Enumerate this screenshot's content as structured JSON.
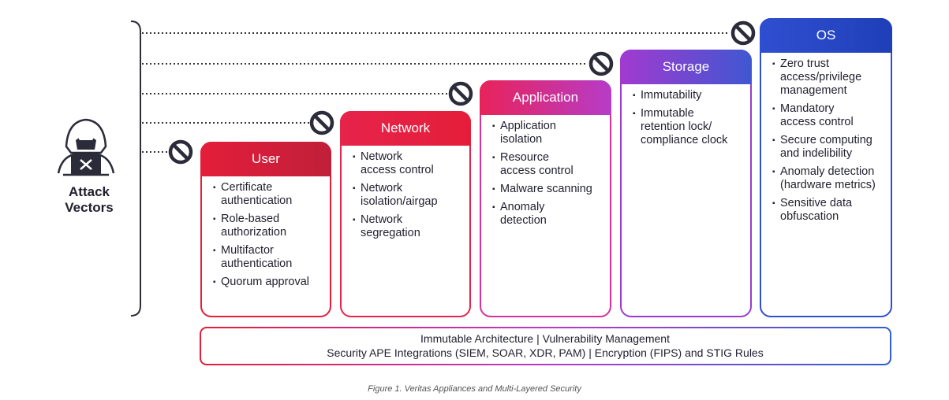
{
  "attack_label": "Attack\nVectors",
  "layers": [
    {
      "title": "User",
      "color_from": "#e41e3a",
      "color_to": "#c01f3a",
      "items": [
        "Certificate\nauthentication",
        "Role-based\nauthorization",
        "Multifactor\nauthentication",
        "Quorum approval"
      ]
    },
    {
      "title": "Network",
      "color_from": "#e6234a",
      "color_to": "#e41e3a",
      "items": [
        "Network\naccess control",
        "Network\nisolation/airgap",
        "Network\nsegregation"
      ]
    },
    {
      "title": "Application",
      "color_from": "#e8235a",
      "color_to": "#b63cc8",
      "items": [
        "Application\nisolation",
        "Resource\naccess control",
        "Malware scanning",
        "Anomaly\ndetection"
      ]
    },
    {
      "title": "Storage",
      "color_from": "#a23ad0",
      "color_to": "#3f57d1",
      "items": [
        "Immutability",
        "Immutable\nretention lock/\ncompliance clock"
      ]
    },
    {
      "title": "OS",
      "color_from": "#2f4fd1",
      "color_to": "#1f3fb8",
      "items": [
        "Zero trust\naccess/privilege\nmanagement",
        "Mandatory\naccess control",
        "Secure computing\nand indelibility",
        "Anomaly detection\n(hardware metrics)",
        "Sensitive data\nobfuscation"
      ]
    }
  ],
  "footer": {
    "line1": "Immutable Architecture | Vulnerability Management",
    "line2": "Security APE Integrations (SIEM, SOAR, XDR, PAM) | Encryption (FIPS) and STIG Rules"
  },
  "caption": "Figure 1. Veritas Appliances and Multi-Layered Security",
  "icons": [
    "hacker-icon",
    "blocked-icon"
  ]
}
